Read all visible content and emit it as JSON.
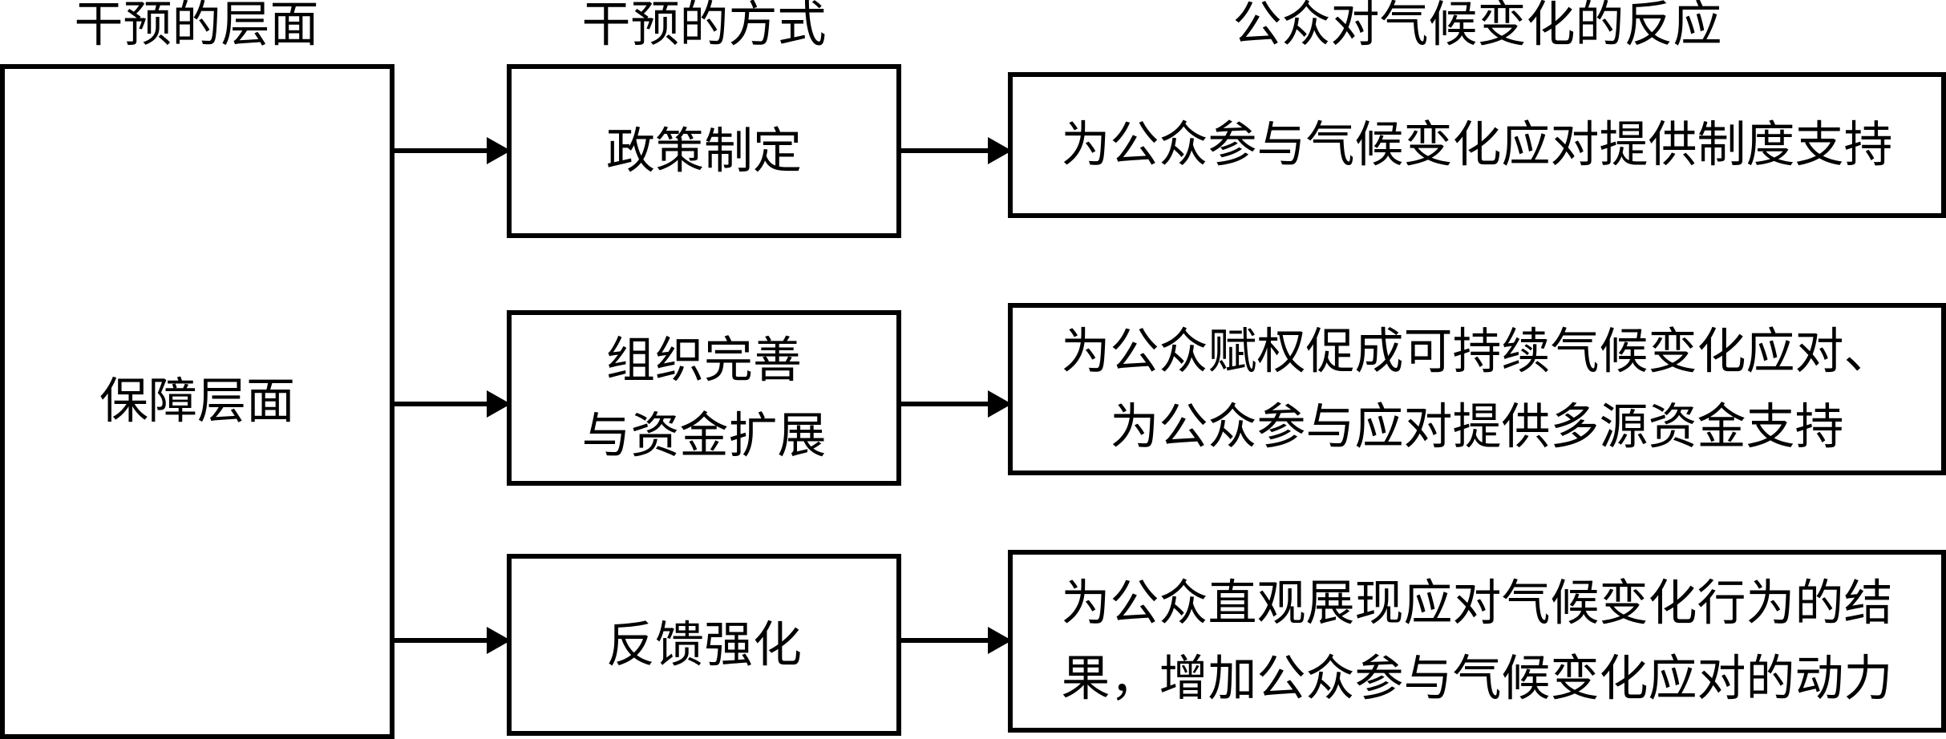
{
  "headers": {
    "level": "干预的层面",
    "method": "干预的方式",
    "response": "公众对气候变化的反应"
  },
  "level_box": {
    "label": "保障层面"
  },
  "methods": [
    {
      "lines": [
        "政策制定"
      ]
    },
    {
      "lines": [
        "组织完善",
        "与资金扩展"
      ]
    },
    {
      "lines": [
        "反馈强化"
      ]
    }
  ],
  "responses": [
    {
      "lines": [
        "为公众参与气候变化应对提供制度支持"
      ]
    },
    {
      "lines": [
        "为公众赋权促成可持续气候变化应对、",
        "为公众参与应对提供多源资金支持"
      ]
    },
    {
      "lines": [
        "为公众直观展现应对气候变化行为的结",
        "果，增加公众参与气候变化应对的动力"
      ]
    }
  ],
  "colors": {
    "stroke": "#000000",
    "background": "#ffffff"
  }
}
